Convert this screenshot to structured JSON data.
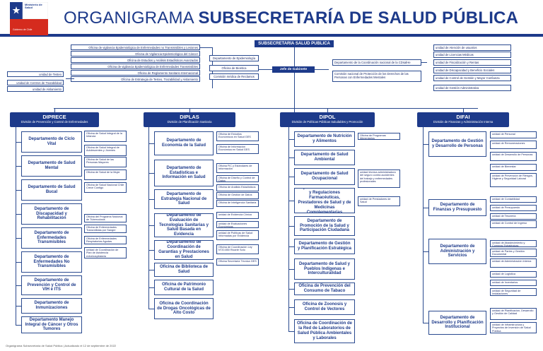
{
  "header": {
    "logo_text": "Ministerio de Salud",
    "logo_sub": "Gobierno de Chile",
    "title_light": "ORGANIGRAMA ",
    "title_bold": "SUBSECRETARÍA DE SALUD PÚBLICA"
  },
  "top": {
    "subsecretaria": "SUBSECRETARÍA SALUD PÚBLICA",
    "jefe_gabinete": "Jefe de Gabinete",
    "left_offices": [
      "Oficina de vigilancia Epidemiológica de Enfermedades no Transmisibles y Lesiones",
      "Oficina de Vigilancia Epidemiológica del Cáncer",
      "Oficina de Estudios y Análisis Estadísticos Avanzados",
      "Oficina de vigilancia Epidemiológica de Enfermedades Transmisibles",
      "Oficina de Reglamento Sanitario Internacional",
      "Oficina de Estrategia de Testeo, Trazabilidad y Aislamiento"
    ],
    "center_depts": [
      "Departamento de Epidemiología",
      "Oficina de Bioética",
      "Comisión médica de Reclamos"
    ],
    "left_units": [
      "unidad de Testeo",
      "unidad de Centros de Trazabilidad",
      "unidad de Aislamiento"
    ],
    "right_depts": [
      "Departamento de la Coordinación nacional de la CDsalHe",
      "Comisión nacional de Protección de los Derechos de las Personas con Enfermedades Mentales"
    ],
    "right_units": [
      "unidad de Atención de usuarios",
      "unidad de Licencias Médicas",
      "unidad de Fiscalización y Rentas",
      "unidad de Discapacidad y Beneficio Sociales",
      "unidad de Control de Gestión y Mayor Confianza",
      "unidad de Gestión Administrativa"
    ]
  },
  "divisions": [
    {
      "code": "DIPRECE",
      "name": "División de Prevención y Control de Enfermedades",
      "depts": [
        "Departamento de Ciclo Vital",
        "Departamento de Salud Mental",
        "Departamento de Salud Bucal",
        "Departamento de Discapacidad y Rehabilitación",
        "Departamento de Enfermedades Transmisibles",
        "Departamento de Enfermedades No Transmisibles",
        "Departamento de Prevención y Control de VIH e ITS",
        "Departamento de Inmunizaciones",
        "Departamento Manejo Integral de Cáncer y Otros Tumores"
      ],
      "subs": [
        "Oficina de Salud Integral de la Infancia",
        "Oficina de Salud Integral de Adolescentes y Jóvenes",
        "Oficina de Salud de las Personas Mayores",
        "Oficina de Salud de la Mujer",
        "Oficina de Salud Nacional Chile Crece Contigo",
        "Oficina del Programa Nacional de Tuberculosis",
        "Oficina de Enfermedades Transmitidas por Sangre",
        "Oficina de Enfermedades Respiratorias Agudas",
        "unidad de Coordinación de Plan de Asistencia extrahospitalaria"
      ]
    },
    {
      "code": "DIPLAS",
      "name": "División de Planificación Sanitaria",
      "depts": [
        "Departamento de Economía de la Salud",
        "Departamento de Estadísticas e Información en Salud",
        "Departamento de Estrategia Nacional de Salud",
        "Departamento de Evaluación de Tecnologías Sanitarias y Salud Basada en Evidencia",
        "Departamento de Coordinación de Garantías y Prestaciones en Salud",
        "Oficina de Biblioteca de Salud",
        "Oficina de Patrimonio Cultural de la Salud",
        "Oficina de Coordinación de Drogas Oncológicas de Alto Costo"
      ],
      "subs": [
        "Oficina de Estudios Económicos en Salud GES",
        "Oficina de Información Económica en Salud GES",
        "Oficina FIC y Estándares de Información",
        "Oficina de Diseño y Control de Datos",
        "Oficina de Análisis Estadísticos",
        "Oficina de Gestión de Datos",
        "Oficina de Inteligencia Sanitaria",
        "unidad de Evidencia Clínica",
        "unidad de Evaluaciones Económicas",
        "unidad de Políticas de Salud Informadas por Evidencia",
        "Oficina de Coordinación Ley N°20.850 Ricarte Soto",
        "Oficina Secretaría Técnica GES"
      ]
    },
    {
      "code": "DIPOL",
      "name": "División de Políticas Públicas Saludables y Promoción",
      "depts": [
        "Departamento de Nutrición y Alimentos",
        "Departamento de Salud Ambiental",
        "Departamento de Salud Ocupacional",
        "Departamento de Políticas y Regulaciones Farmacéuticas, Prestadores de Salud y de Medicinas Complementarias",
        "Departamento de Promoción de la Salud y Participación Ciudadana",
        "Departamento de Gestión y Planificación Estratégica",
        "Departamento de Salud y Pueblos Indígenas e Interculturalidad",
        "Oficina de Prevención del Consumo de Tabaco",
        "Oficina de Zoonosis y Control de Vectores",
        "Oficina de Coordinación de la Red de Laboratorios de Salud Pública Ambientales y Laborales"
      ],
      "subs": [
        "Oficina de Programas Alimentarios",
        "unidad técnica administradora del seguro contra accidentes del trabajo y enfermedades profesionales",
        "unidad de Prestadores de Salud"
      ]
    },
    {
      "code": "DIFAI",
      "name": "División de Finanzas y Administración Interna",
      "depts": [
        "Departamento de Gestión y Desarrollo de Personas",
        "Departamento de Finanzas y Presupuesto",
        "Departamento de Administración y Servicios",
        "Departamento de Desarrollo y Planificación Institucional"
      ],
      "subs": [
        "unidad de Personal",
        "unidad de Remuneraciones",
        "unidad de Desarrollo de Personas",
        "unidad de Bienestar",
        "unidad de Prevención de Riesgos, Higiene y Seguridad Laboral",
        "unidad de Contabilidad",
        "unidad de Presupuesto",
        "unidad de Tesorería",
        "unidad de Control de Ingreso",
        "unidad de Abastecimiento y Compras Estratégicas",
        "unidad de Partes y Gestión Documental",
        "unidad de Administración Interna",
        "unidad de Logística",
        "unidad de Inventarios",
        "unidad de Seguridad de Instalaciones",
        "unidad de Planificación, Desarrollo y Gestión de Calidad",
        "unidad de Infraestructura y Proyectos de Inversión de Salud Pública"
      ]
    }
  ],
  "footer": "Organigrama Subsecretaría de Salud Pública | Actualizado el 12 de septiembre de 2022"
}
